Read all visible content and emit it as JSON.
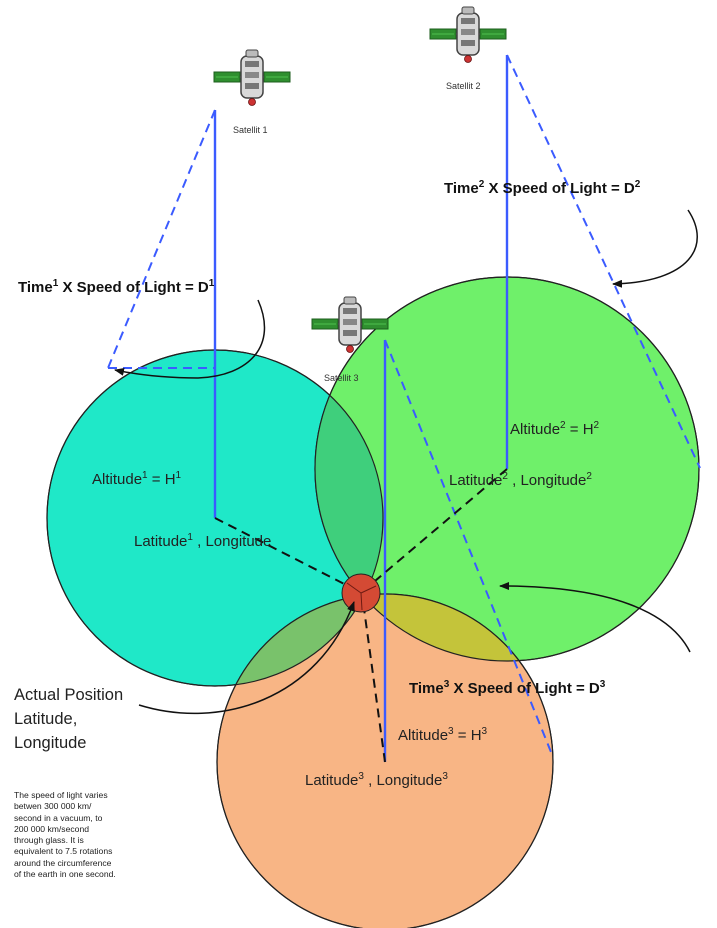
{
  "satellites": [
    {
      "label": "Satellit 1"
    },
    {
      "label": "Satellit 2"
    },
    {
      "label": "Satellit 3"
    }
  ],
  "equations": {
    "eq1": {
      "base": "Time",
      "sup": "1",
      "mid": " X Speed of Light = D",
      "sup2": "1"
    },
    "eq2": {
      "base": "Time",
      "sup": "2",
      "mid": " X Speed of Light = D",
      "sup2": "2"
    },
    "eq3": {
      "base": "Time",
      "sup": "3",
      "mid": " X Speed of Light = D",
      "sup2": "3"
    }
  },
  "circles": {
    "c1": {
      "altitude": {
        "base": "Altitude",
        "sup": "1",
        "mid": " = H",
        "sup2": "1"
      },
      "latlon": {
        "base": "Latitude",
        "sup": "1",
        "mid": " , Longitude",
        "sup2": ""
      }
    },
    "c2": {
      "altitude": {
        "base": "Altitude",
        "sup": "2",
        "mid": " = H",
        "sup2": "2"
      },
      "latlon": {
        "base": "Latitude",
        "sup": "2",
        "mid": " , Longitude",
        "sup2": "2"
      }
    },
    "c3": {
      "altitude": {
        "base": "Altitude",
        "sup": "3",
        "mid": " = H",
        "sup2": "3"
      },
      "latlon": {
        "base": "Latitude",
        "sup": "3",
        "mid": " , Longitude",
        "sup2": "3"
      }
    }
  },
  "actual_position": {
    "line1": "Actual Position",
    "line2": "Latitude,",
    "line3": "Longitude"
  },
  "note": [
    "The speed of light varies",
    "betwen 300 000 km/",
    "second in a vacuum, to",
    "200 000 km/second",
    "through glass.  It is",
    "equivalent to 7.5 rotations",
    "around the circumference",
    "of the earth in one second."
  ],
  "colors": {
    "circle1": "#1fe8c8",
    "circle2": "#6ff06a",
    "circle3": "#f8b585",
    "overlap12": "#3fcf7c",
    "overlap13": "#79c26b",
    "overlap23": "#c4c43a",
    "blue_line": "#3b5bff",
    "position_dot": "#d44a34"
  }
}
